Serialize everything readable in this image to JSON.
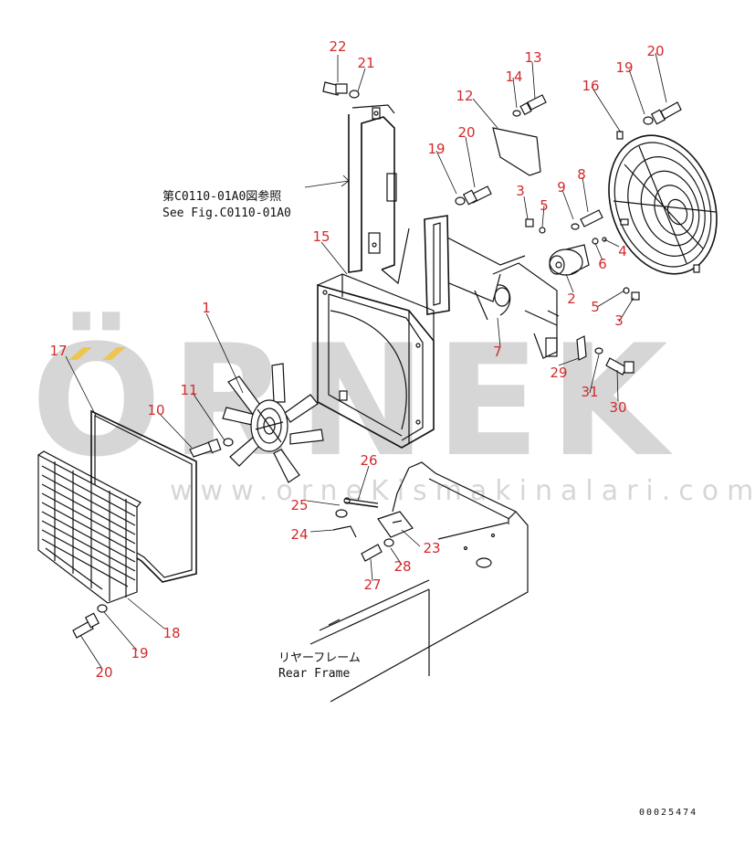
{
  "callouts": [
    {
      "id": "c1",
      "text": "1"
    },
    {
      "id": "c2",
      "text": "2"
    },
    {
      "id": "c3a",
      "text": "3"
    },
    {
      "id": "c3b",
      "text": "3"
    },
    {
      "id": "c4",
      "text": "4"
    },
    {
      "id": "c5a",
      "text": "5"
    },
    {
      "id": "c5b",
      "text": "5"
    },
    {
      "id": "c6",
      "text": "6"
    },
    {
      "id": "c7",
      "text": "7"
    },
    {
      "id": "c8",
      "text": "8"
    },
    {
      "id": "c9",
      "text": "9"
    },
    {
      "id": "c10",
      "text": "10"
    },
    {
      "id": "c11",
      "text": "11"
    },
    {
      "id": "c12",
      "text": "12"
    },
    {
      "id": "c13",
      "text": "13"
    },
    {
      "id": "c14",
      "text": "14"
    },
    {
      "id": "c15",
      "text": "15"
    },
    {
      "id": "c16",
      "text": "16"
    },
    {
      "id": "c17",
      "text": "17"
    },
    {
      "id": "c18",
      "text": "18"
    },
    {
      "id": "c19a",
      "text": "19"
    },
    {
      "id": "c19b",
      "text": "19"
    },
    {
      "id": "c19c",
      "text": "19"
    },
    {
      "id": "c20a",
      "text": "20"
    },
    {
      "id": "c20b",
      "text": "20"
    },
    {
      "id": "c20c",
      "text": "20"
    },
    {
      "id": "c21",
      "text": "21"
    },
    {
      "id": "c22",
      "text": "22"
    },
    {
      "id": "c23",
      "text": "23"
    },
    {
      "id": "c24",
      "text": "24"
    },
    {
      "id": "c25",
      "text": "25"
    },
    {
      "id": "c26",
      "text": "26"
    },
    {
      "id": "c27",
      "text": "27"
    },
    {
      "id": "c28",
      "text": "28"
    },
    {
      "id": "c29",
      "text": "29"
    },
    {
      "id": "c30",
      "text": "30"
    },
    {
      "id": "c31",
      "text": "31"
    }
  ],
  "notes": {
    "see_fig_jp": "第C0110-01A0図参照",
    "see_fig_en": "See Fig.C0110-01A0",
    "rear_frame_jp": "リヤーフレーム",
    "rear_frame_en": "Rear Frame"
  },
  "drawing_code": "00025474",
  "watermark": {
    "brand": "ÖRNEK",
    "url": "www.orneKismakinalari.com.tr",
    "accent_color": "#f2c230"
  },
  "colors": {
    "callout": "#d42a2a",
    "line": "#111111"
  }
}
